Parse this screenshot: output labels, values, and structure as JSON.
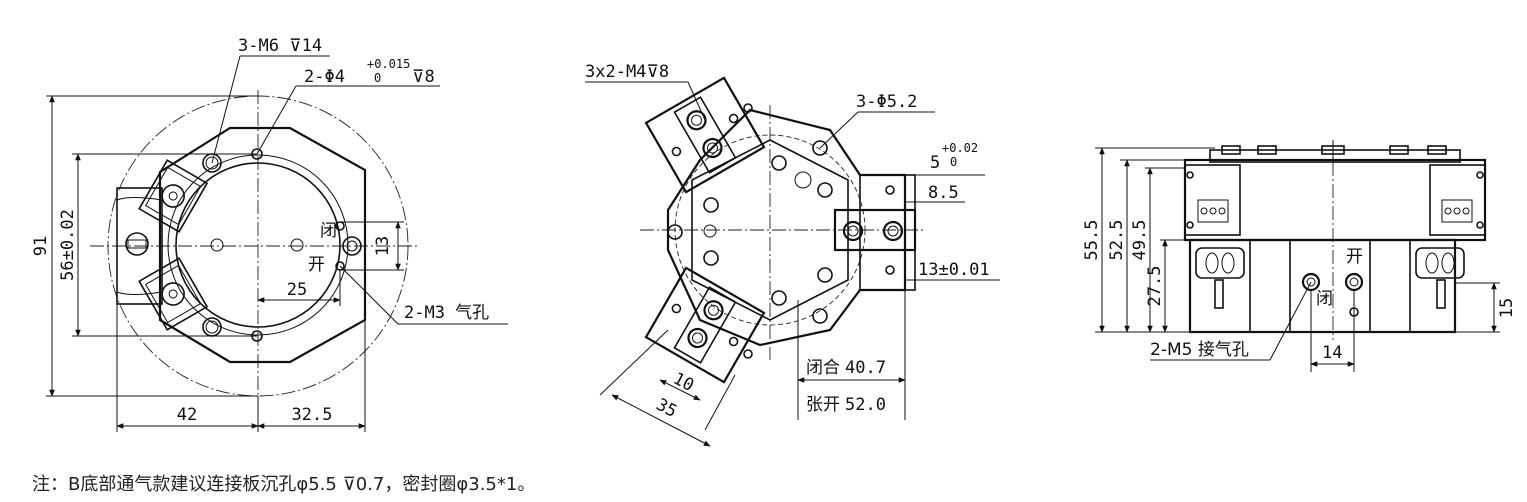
{
  "left_view": {
    "dim_height_total": "91",
    "dim_bolt_spacing": "56±0.02",
    "dim_bottom_left": "42",
    "dim_bottom_right": "32.5",
    "dim_radius_offset": "25",
    "dim_port_spacing": "13",
    "callout_m6": "3-M6 ⊽14",
    "callout_pin_prefix": "2-Φ4",
    "callout_pin_tol_upper": "+0.015",
    "callout_pin_tol_lower": "0",
    "callout_pin_depth": "⊽8",
    "callout_m3": "2-M3 气孔",
    "label_close": "闭",
    "label_open": "开"
  },
  "middle_view": {
    "callout_m4": "3x2-M4⊽8",
    "callout_hole": "3-Φ5.2",
    "dim_5": "5",
    "dim_5_tol_upper": "+0.02",
    "dim_5_tol_lower": "0",
    "dim_8_5": "8.5",
    "dim_13": "13±0.01",
    "dim_10": "10",
    "dim_35": "35",
    "dim_closed_label": "闭合",
    "dim_closed_value": "40.7",
    "dim_open_label": "张开",
    "dim_open_value": "52.0"
  },
  "right_view": {
    "dim_55_5": "55.5",
    "dim_52_5": "52.5",
    "dim_49_5": "49.5",
    "dim_27_5": "27.5",
    "dim_15": "15",
    "dim_14": "14",
    "callout_m5": "2-M5 接气孔",
    "label_open": "开",
    "label_close": "闭"
  },
  "footnote": "注：B底部通气款建议连接板沉孔φ5.5 ⊽0.7，密封圈φ3.5*1。"
}
